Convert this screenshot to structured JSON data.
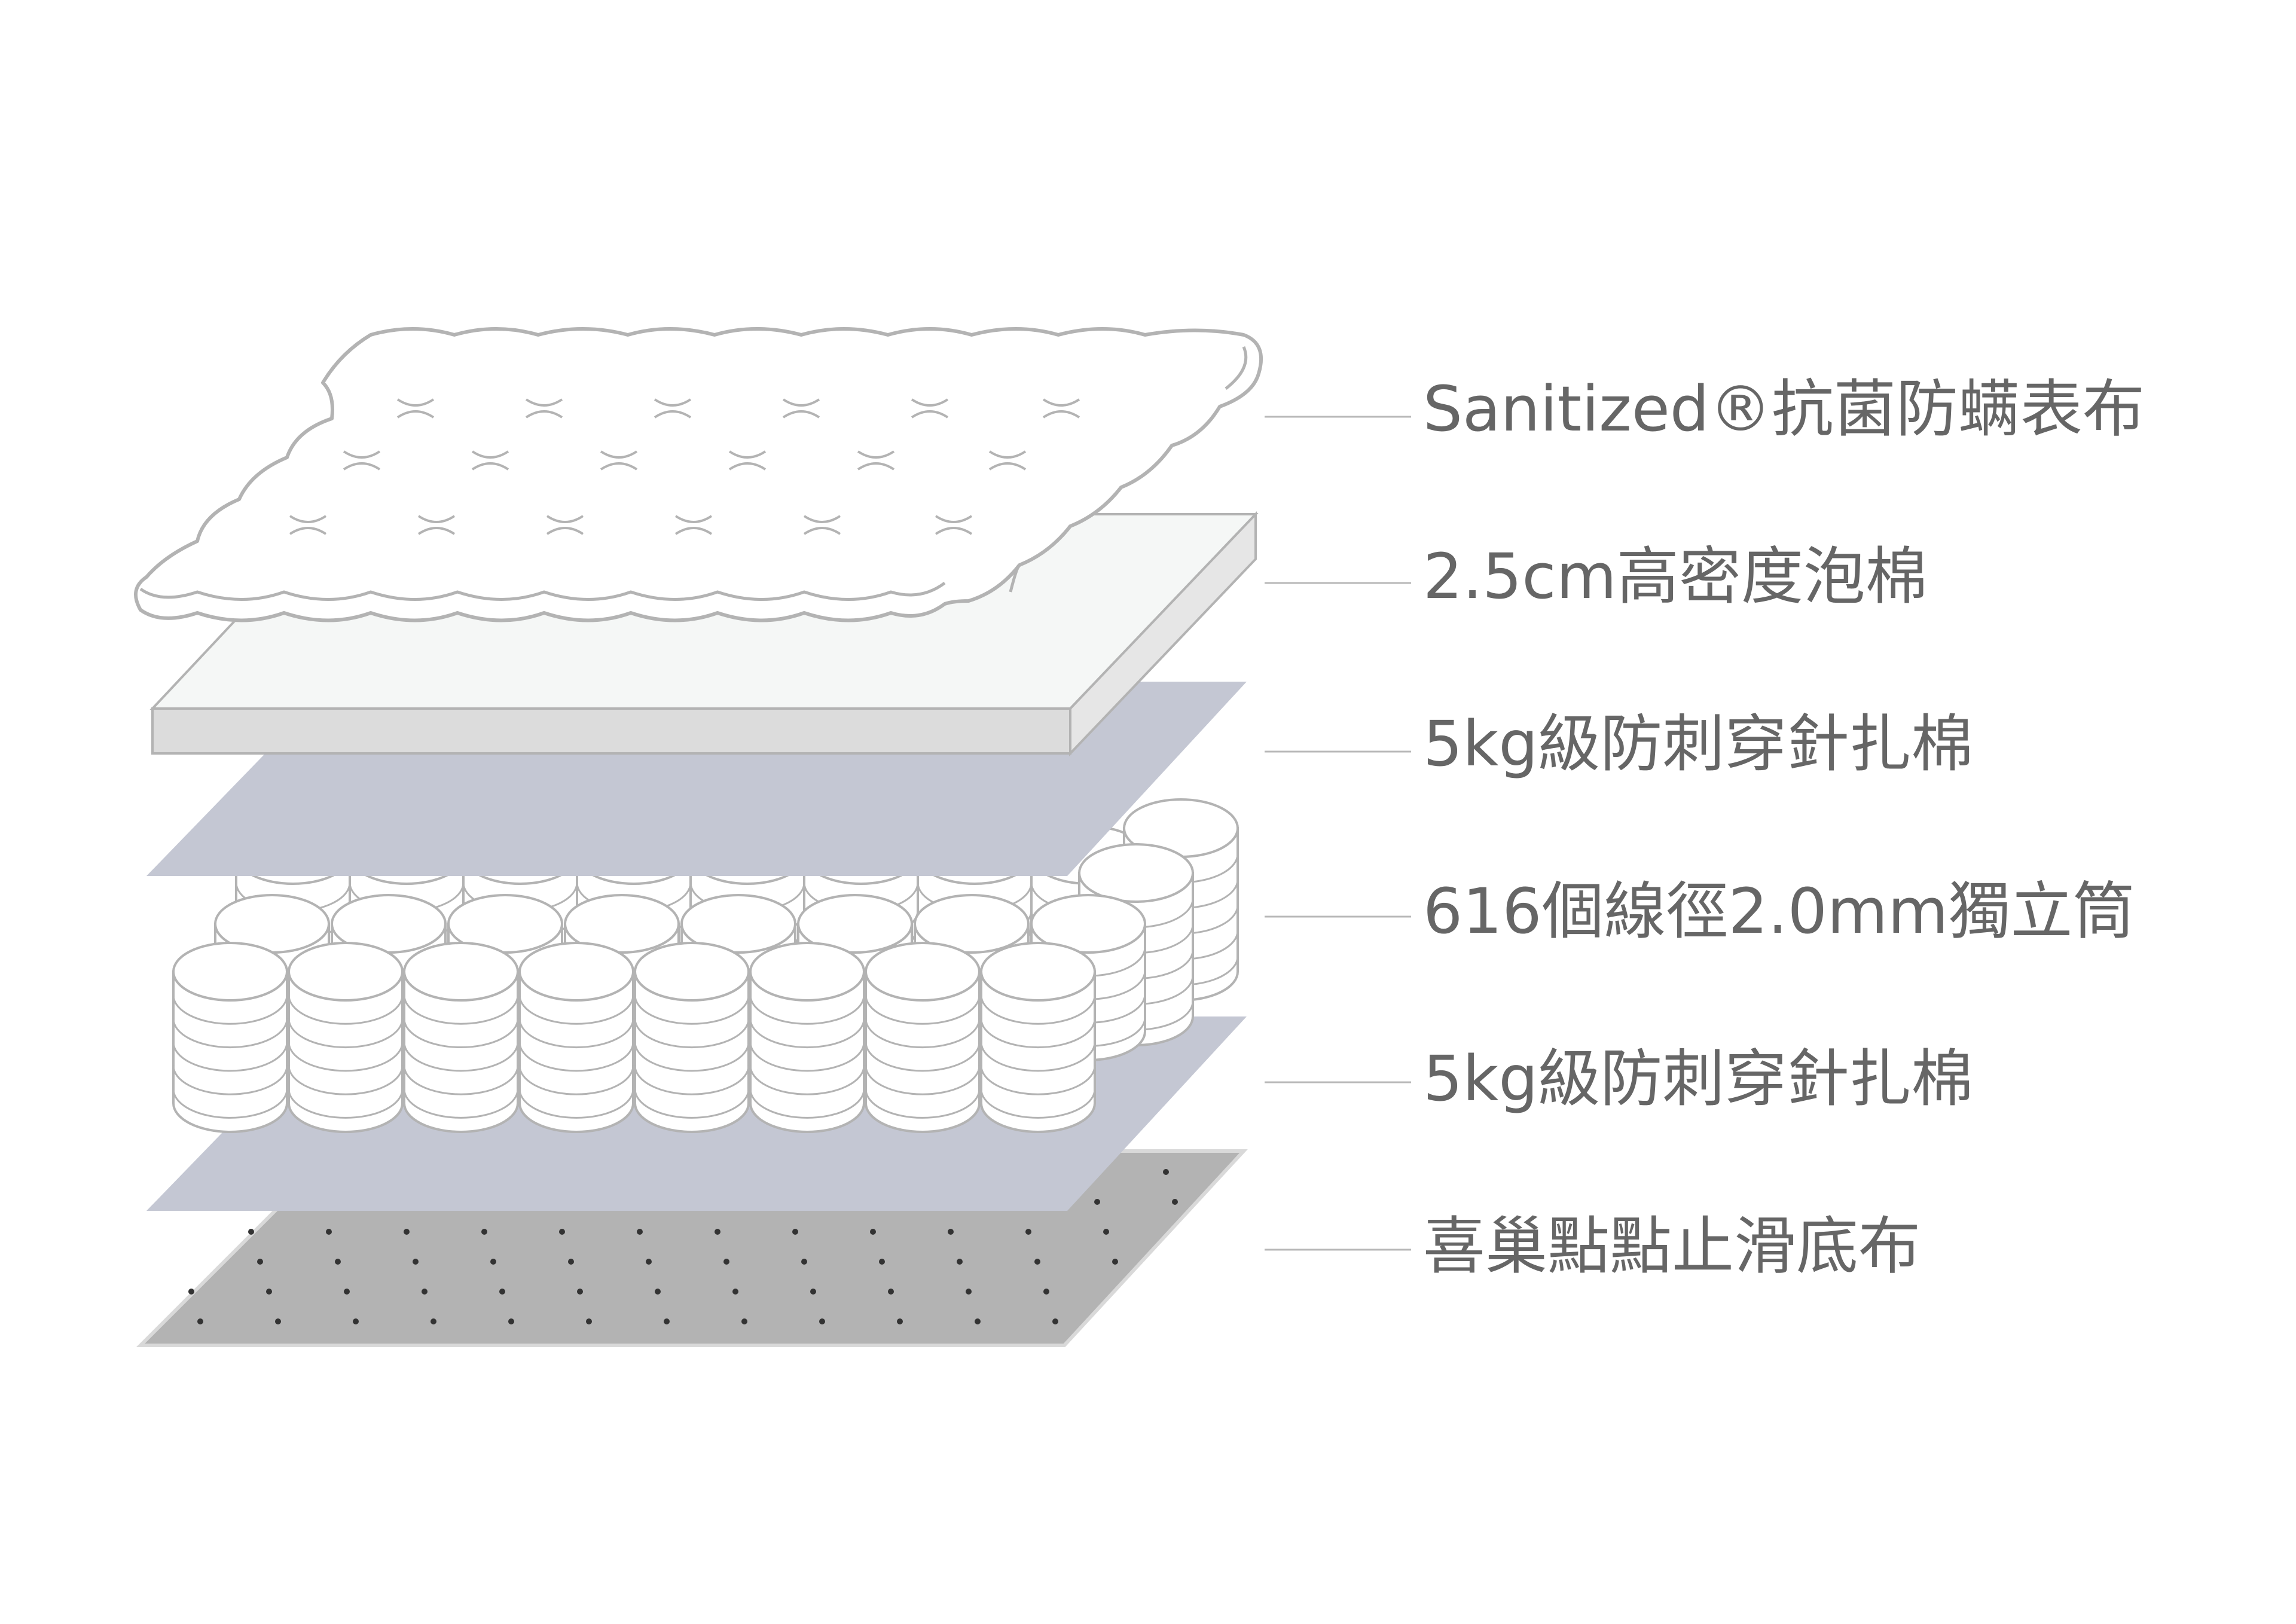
{
  "layers": [
    {
      "label": "Sanitized®抗菌防螨表布"
    },
    {
      "label": "2.5cm高密度泡棉"
    },
    {
      "label": "5kg級防刺穿針扎棉"
    },
    {
      "label": "616個線徑2.0mm獨立筒"
    },
    {
      "label": "5kg級防刺穿針扎棉"
    },
    {
      "label": "喜巢點點止滑底布"
    }
  ],
  "colors": {
    "label_text": "#666666",
    "leader_line": "#b8b8b8",
    "outline": "#b3b3b3",
    "foam_side": "#dcdcdc",
    "foam_top": "#f5f7f6",
    "padding_layer": "#c4c7d3",
    "base_fabric": "#b3b3b3",
    "base_dot": "#333333",
    "coil_fill": "#ffffff"
  }
}
